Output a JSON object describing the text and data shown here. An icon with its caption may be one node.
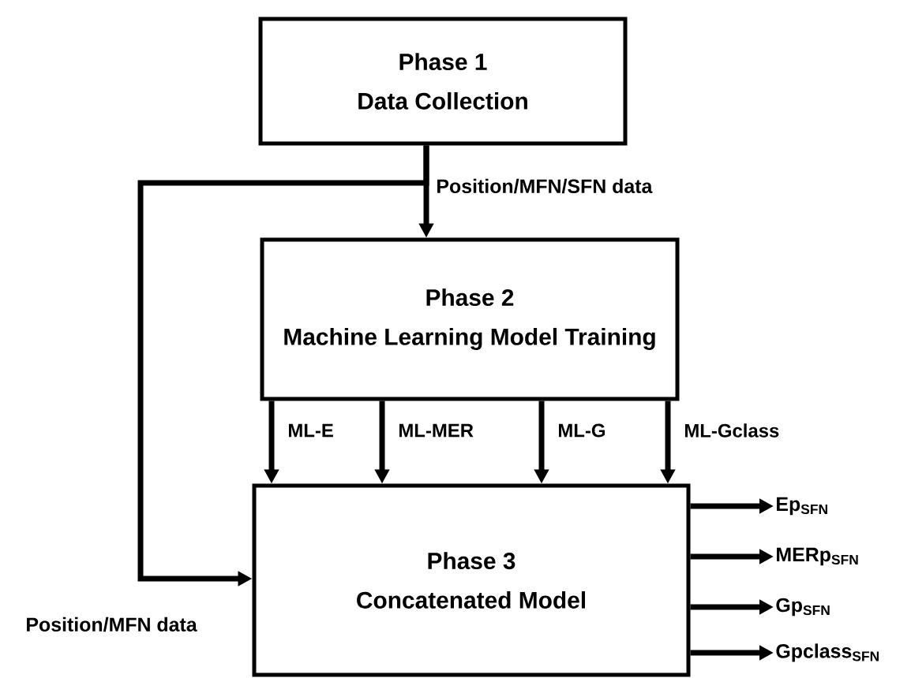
{
  "diagram": {
    "nodes": [
      {
        "text": [
          "Phase 1",
          "Data Collection"
        ]
      },
      {
        "text": [
          "Phase 2",
          "Machine Learning Model Training"
        ]
      },
      {
        "text": [
          "Phase 3",
          "Concatenated Model"
        ]
      },
      {
        "text": [
          "Ep$_{SFN}$"
        ]
      },
      {
        "text": [
          "MERp$_{SFN}$"
        ]
      },
      {
        "text": [
          "Gp$_{SFN}$"
        ]
      },
      {
        "text": [
          "Gpclass$_{SFN}$"
        ]
      }
    ],
    "edges": [
      {
        "from": 0,
        "to": 1,
        "arrow": "to",
        "label": "Position/MFN/SFN data"
      },
      {
        "from": 0,
        "to": 2,
        "arrow": "to",
        "label": "Position/MFN data"
      },
      {
        "from": 1,
        "to": 2,
        "arrow": "to",
        "label": "ML-E"
      },
      {
        "from": 1,
        "to": 2,
        "arrow": "to",
        "label": "ML-MER"
      },
      {
        "from": 1,
        "to": 2,
        "arrow": "to",
        "label": "ML-G"
      },
      {
        "from": 1,
        "to": 2,
        "arrow": "to",
        "label": "ML-Gclass"
      },
      {
        "from": 2,
        "to": 3,
        "arrow": "to"
      },
      {
        "from": 2,
        "to": 4,
        "arrow": "to"
      },
      {
        "from": 2,
        "to": 5,
        "arrow": "to"
      },
      {
        "from": 2,
        "to": 6,
        "arrow": "to"
      }
    ]
  }
}
